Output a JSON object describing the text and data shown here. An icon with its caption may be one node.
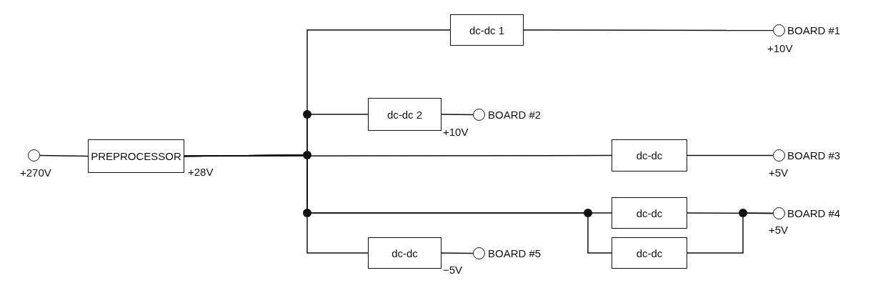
{
  "diagram": {
    "nodes": [
      {
        "text": [],
        "shape": "circle",
        "beside": [
          "+270V"
        ]
      },
      {
        "text": [
          "PREPROCESSOR"
        ],
        "beside": [
          "+28V"
        ]
      },
      {
        "text": [
          "dc-dc 1"
        ]
      },
      {
        "text": [],
        "shape": "circle",
        "beside": [
          "BOARD #1"
        ]
      },
      {
        "text": [
          "dc-dc 2"
        ]
      },
      {
        "text": [],
        "shape": "circle",
        "beside": [
          "BOARD #2"
        ]
      },
      {
        "text": [
          "dc-dc"
        ]
      },
      {
        "text": [],
        "shape": "circle",
        "beside": [
          "BOARD #3"
        ]
      },
      {
        "text": [
          "dc-dc"
        ]
      },
      {
        "text": [],
        "shape": "circle",
        "beside": [
          "BOARD #4"
        ]
      },
      {
        "text": [
          "dc-dc"
        ]
      },
      {
        "text": [
          "dc-dc"
        ]
      },
      {
        "text": [],
        "shape": "circle",
        "beside": [
          "BOARD #5"
        ]
      }
    ],
    "labels": [
      "+10V",
      "+10V",
      "+5V",
      "+5V",
      "−5V"
    ],
    "edges": [
      {
        "from": 0,
        "to": 1,
        "arrow": "none"
      },
      {
        "from": 1,
        "to": 2,
        "arrow": "none"
      },
      {
        "from": 1,
        "to": 4,
        "arrow": "none"
      },
      {
        "from": 1,
        "to": 6,
        "arrow": "none"
      },
      {
        "from": 1,
        "to": 8,
        "arrow": "none"
      },
      {
        "from": 1,
        "to": 10,
        "arrow": "none"
      },
      {
        "from": 1,
        "to": 11,
        "arrow": "none"
      },
      {
        "from": 2,
        "to": 3,
        "arrow": "none"
      },
      {
        "from": 4,
        "to": 5,
        "arrow": "none"
      },
      {
        "from": 6,
        "to": 7,
        "arrow": "none"
      },
      {
        "from": 8,
        "to": 9,
        "arrow": "none"
      },
      {
        "from": 10,
        "to": 9,
        "arrow": "none"
      },
      {
        "from": 11,
        "to": 12,
        "arrow": "none"
      }
    ]
  }
}
